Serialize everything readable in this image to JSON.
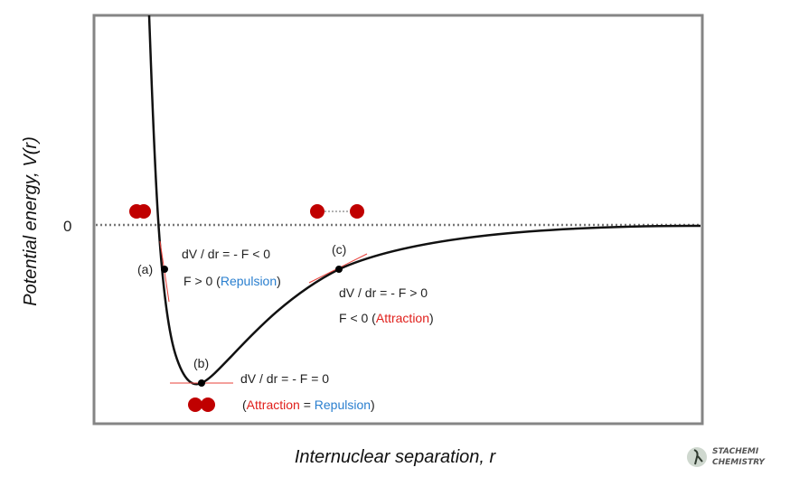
{
  "axes": {
    "ylabel": "Potential energy, V(r)",
    "ylabel_main": "Potential energy, ",
    "ylabel_var": "V",
    "ylabel_arg": "(r)",
    "xlabel_main": "Internuclear separation, ",
    "xlabel_var": "r",
    "zero_label": "0"
  },
  "points": {
    "a": {
      "label": "(a)",
      "eq": "dV / dr = - F < 0",
      "force": "F > 0 (",
      "force_word": "Repulsion",
      "close": ")"
    },
    "b": {
      "label": "(b)",
      "eq": "dV / dr = - F = 0",
      "open": "(",
      "att": "Attraction",
      "eqsign": " = ",
      "rep": "Repulsion",
      "close": ")"
    },
    "c": {
      "label": "(c)",
      "eq": "dV / dr = - F > 0",
      "force": "F < 0 (",
      "force_word": "Attraction",
      "close": ")"
    }
  },
  "logo": {
    "line1": "STACHEMI",
    "line2": "CHEMISTRY"
  },
  "colors": {
    "curve": "#111111",
    "tangent": "#e8403a",
    "atom": "#c00000",
    "repulsion": "#2a7fcf",
    "attraction": "#e0201c",
    "frame": "#888888"
  }
}
